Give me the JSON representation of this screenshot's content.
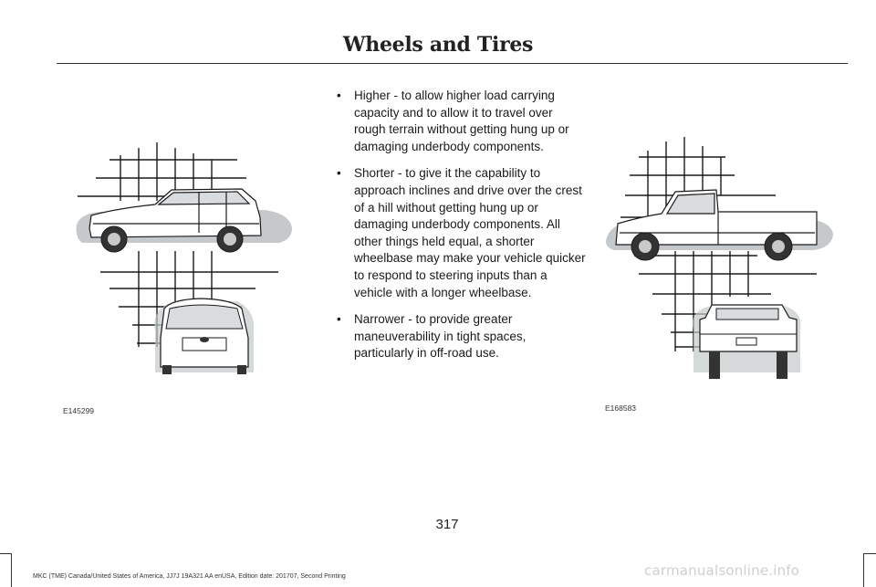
{
  "header": {
    "title": "Wheels and Tires"
  },
  "content": {
    "bullets": [
      "Higher - to allow higher load carrying capacity and to allow it to travel over rough terrain without getting hung up or damaging underbody components.",
      "Shorter - to give it the capability to approach inclines and drive over the crest of a hill without getting hung up or damaging underbody components. All other things held equal, a shorter wheelbase may make your vehicle quicker to respond to steering inputs than a vehicle with a longer wheelbase.",
      "Narrower - to provide greater maneuverability in tight spaces, particularly in off-road use."
    ]
  },
  "figures": [
    {
      "code": "E145299",
      "icon": "suv-illustration"
    },
    {
      "code": "E168583",
      "icon": "pickup-truck-illustration"
    }
  ],
  "footer": {
    "page_number": "317",
    "edition": "MKC (TME) Canada/United States of America, JJ7J 19A321 AA enUSA, Edition date: 201707, Second Printing",
    "watermark": "carmanualsonline.info"
  },
  "colors": {
    "shadow": "#c5c9cb",
    "grid": "#1a1a1a",
    "text": "#1a1a1a"
  }
}
